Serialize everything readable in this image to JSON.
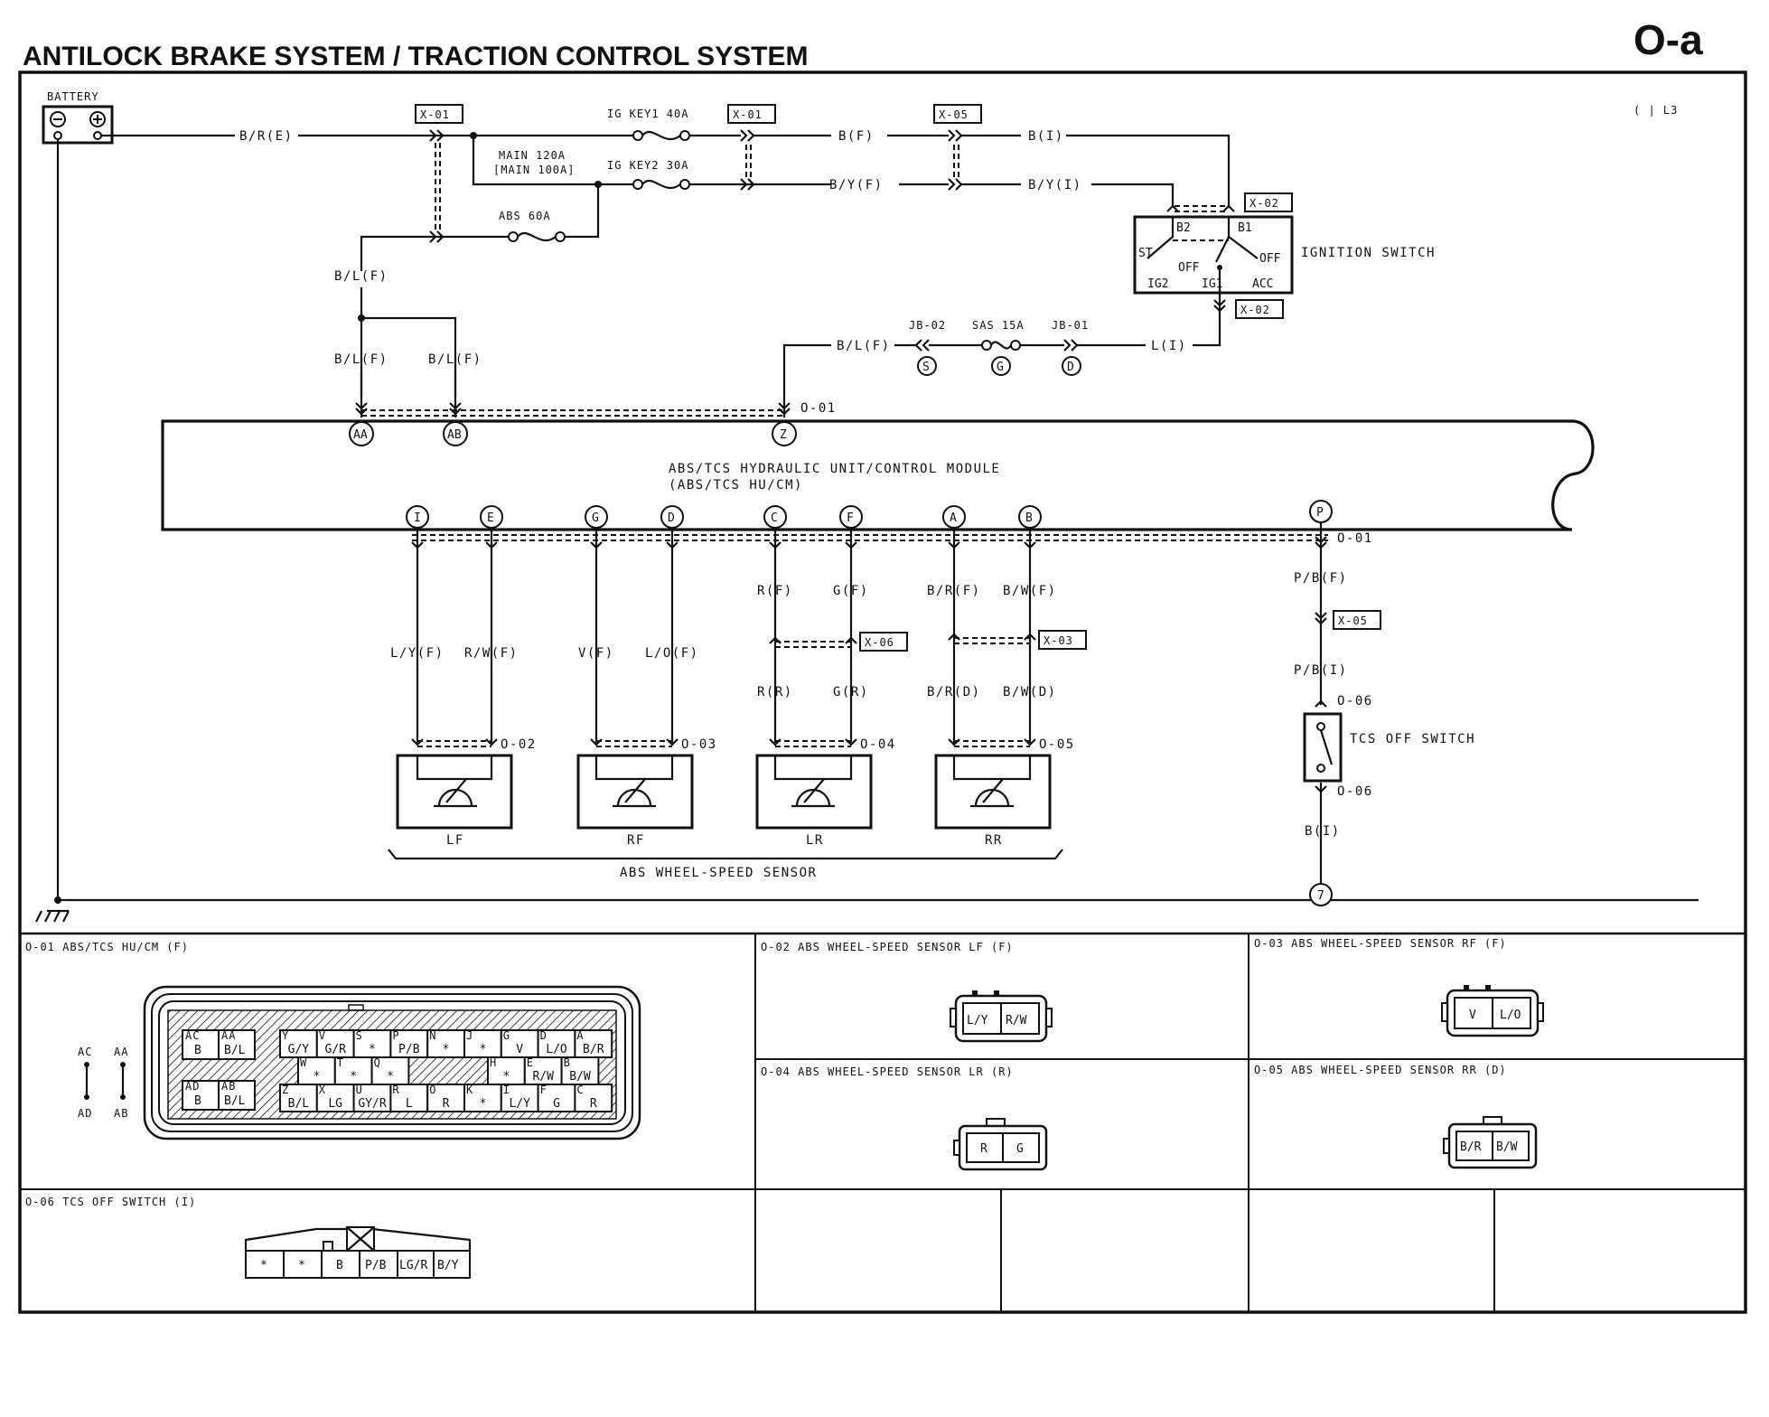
{
  "header": {
    "title": "ANTILOCK BRAKE SYSTEM / TRACTION CONTROL SYSTEM",
    "code": "O-a",
    "page_ref": "( | L3"
  },
  "battery": {
    "label": "BATTERY",
    "minus": "⊖",
    "plus": "⊕"
  },
  "connectors": {
    "x01": "X-01",
    "x01b": "X-01",
    "x05": "X-05",
    "x02a": "X-02",
    "x02b": "X-02",
    "x06": "X-06",
    "x03": "X-03",
    "x05b": "X-05"
  },
  "wires": {
    "b_r_e": "B/R(E)",
    "b_f": "B(F)",
    "b_i": "B(I)",
    "b_y_f": "B/Y(F)",
    "b_y_i": "B/Y(I)",
    "b_l_f_1": "B/L(F)",
    "b_l_f_2": "B/L(F)",
    "b_l_f_3": "B/L(F)",
    "b_l_f_4": "B/L(F)",
    "l_i": "L(I)",
    "r_f": "R(F)",
    "g_f": "G(F)",
    "b_r_f": "B/R(F)",
    "b_w_f": "B/W(F)",
    "r_r": "R(R)",
    "g_r": "G(R)",
    "b_r_d": "B/R(D)",
    "b_w_d": "B/W(D)",
    "l_y_f": "L/Y(F)",
    "r_w_f": "R/W(F)",
    "v_f": "V(F)",
    "l_o_f": "L/O(F)",
    "p_b_f": "P/B(F)",
    "p_b_i": "P/B(I)",
    "b_i_2": "B(I)"
  },
  "fuses": {
    "igkey1": "IG KEY1 40A",
    "igkey2": "IG KEY2 30A",
    "main1": "MAIN 120A",
    "main2": "[MAIN 100A]",
    "abs": "ABS 60A",
    "sas": "SAS 15A",
    "jb02": "JB-02",
    "jb01": "JB-01"
  },
  "ignition": {
    "label": "IGNITION SWITCH",
    "b2": "B2",
    "b1": "B1",
    "st": "ST",
    "off1": "OFF",
    "off2": "OFF",
    "ig2": "IG2",
    "ig1": "IG1",
    "acc": "ACC"
  },
  "jb_terms": {
    "s": "S",
    "g": "G",
    "d": "D"
  },
  "module": {
    "line1": "ABS/TCS HYDRAULIC UNIT/CONTROL MODULE",
    "line2": "(ABS/TCS HU/CM)",
    "top_pins": [
      "AA",
      "AB",
      "Z"
    ],
    "bottom_pins": [
      "I",
      "E",
      "G",
      "D",
      "C",
      "F",
      "A",
      "B",
      "P"
    ]
  },
  "refs": {
    "o01a": "O-01",
    "o01b": "O-01",
    "o02": "O-02",
    "o03": "O-03",
    "o04": "O-04",
    "o05": "O-05",
    "o06a": "O-06",
    "o06b": "O-06"
  },
  "sensors": {
    "lf": "LF",
    "rf": "RF",
    "lr": "LR",
    "rr": "RR",
    "group": "ABS WHEEL-SPEED SENSOR"
  },
  "tcs": {
    "label": "TCS OFF SWITCH"
  },
  "ground_node": "7",
  "panels": {
    "o01": {
      "title": "O-01 ABS/TCS HU/CM (F)",
      "side": {
        "ac": "AC",
        "aa": "AA",
        "ad": "AD",
        "ab": "AB"
      },
      "hatched": [
        {
          "k": "AC",
          "v": "B"
        },
        {
          "k": "AA",
          "v": "B/L"
        },
        {
          "k": "AD",
          "v": "B"
        },
        {
          "k": "AB",
          "v": "B/L"
        }
      ],
      "row1": [
        {
          "k": "Y",
          "v": "G/Y"
        },
        {
          "k": "V",
          "v": "G/R"
        },
        {
          "k": "S",
          "v": "*"
        },
        {
          "k": "P",
          "v": "P/B"
        },
        {
          "k": "N",
          "v": "*"
        },
        {
          "k": "J",
          "v": "*"
        },
        {
          "k": "G",
          "v": "V"
        },
        {
          "k": "D",
          "v": "L/O"
        },
        {
          "k": "A",
          "v": "B/R"
        }
      ],
      "row2a": [
        {
          "k": "W",
          "v": "*"
        },
        {
          "k": "T",
          "v": "*"
        },
        {
          "k": "Q",
          "v": "*"
        }
      ],
      "row2b": [
        {
          "k": "H",
          "v": "*"
        },
        {
          "k": "E",
          "v": "R/W"
        },
        {
          "k": "B",
          "v": "B/W"
        }
      ],
      "row3": [
        {
          "k": "Z",
          "v": "B/L"
        },
        {
          "k": "X",
          "v": "LG"
        },
        {
          "k": "U",
          "v": "GY/R"
        },
        {
          "k": "R",
          "v": "L"
        },
        {
          "k": "O",
          "v": "R"
        },
        {
          "k": "K",
          "v": "*"
        },
        {
          "k": "I",
          "v": "L/Y"
        },
        {
          "k": "F",
          "v": "G"
        },
        {
          "k": "C",
          "v": "R"
        }
      ]
    },
    "o02": {
      "title": "O-02 ABS WHEEL-SPEED SENSOR LF (F)",
      "pins": [
        "L/Y",
        "R/W"
      ]
    },
    "o03": {
      "title": "O-03 ABS WHEEL-SPEED SENSOR RF (F)",
      "pins": [
        "V",
        "L/O"
      ]
    },
    "o04": {
      "title": "O-04 ABS WHEEL-SPEED SENSOR LR (R)",
      "pins": [
        "R",
        "G"
      ]
    },
    "o05": {
      "title": "O-05 ABS WHEEL-SPEED SENSOR RR (D)",
      "pins": [
        "B/R",
        "B/W"
      ]
    },
    "o06": {
      "title": "O-06 TCS OFF SWITCH (I)",
      "pins": [
        "*",
        "*",
        "B",
        "P/B",
        "LG/R",
        "B/Y"
      ]
    }
  }
}
